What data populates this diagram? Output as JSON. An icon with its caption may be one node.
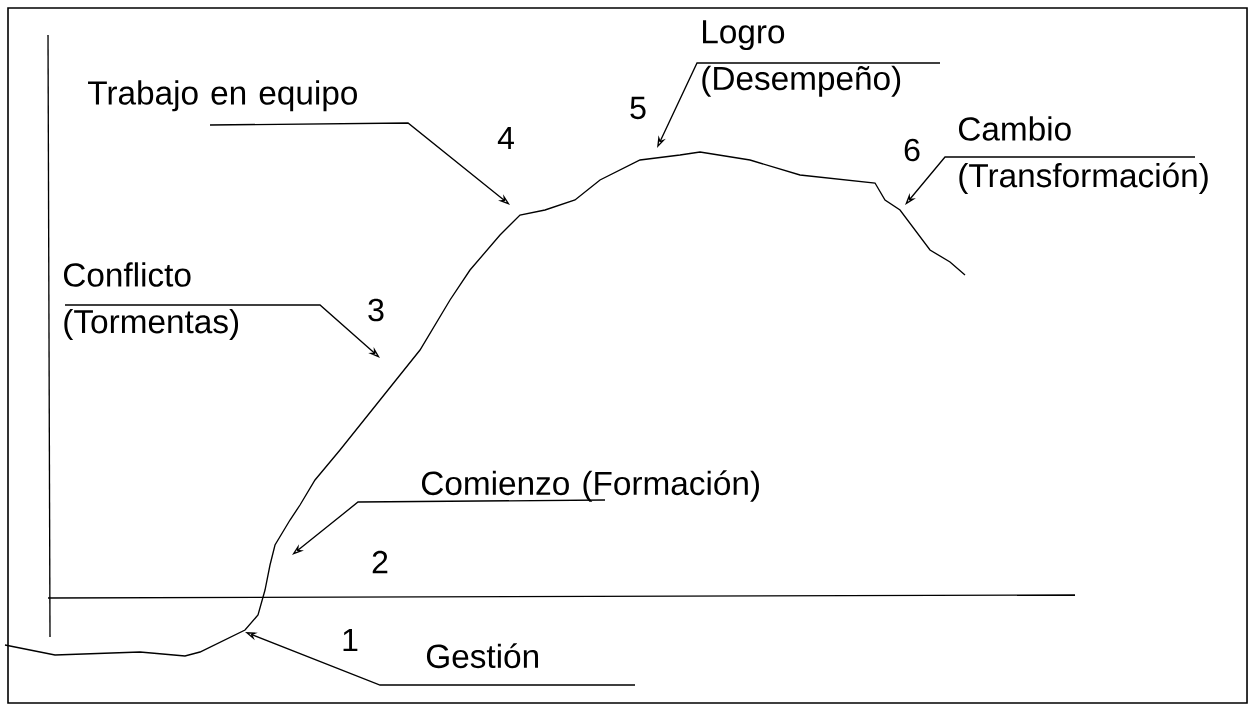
{
  "diagram": {
    "nodes": [
      {
        "text": [
          "Logro",
          "(Desempeño)"
        ]
      },
      {
        "text": [
          "Trabajo en equipo"
        ]
      },
      {
        "text": [
          "Cambio",
          "(Transformación)"
        ]
      },
      {
        "text": [
          "Conflicto",
          "(Tormentas)"
        ]
      },
      {
        "text": [
          "Comienzo (Formación)"
        ]
      },
      {
        "text": [
          "Gestión"
        ]
      }
    ],
    "edges": [
      {
        "from": 0,
        "to": null,
        "arrow": "to"
      },
      {
        "from": 1,
        "to": null,
        "arrow": "to"
      },
      {
        "from": 2,
        "to": null,
        "arrow": "to"
      },
      {
        "from": 3,
        "to": null,
        "arrow": "to"
      },
      {
        "from": 4,
        "to": null,
        "arrow": "to"
      },
      {
        "from": 5,
        "to": null,
        "arrow": "to"
      }
    ],
    "labels": [
      "5",
      "4",
      "6",
      "3",
      "2",
      "1"
    ]
  }
}
